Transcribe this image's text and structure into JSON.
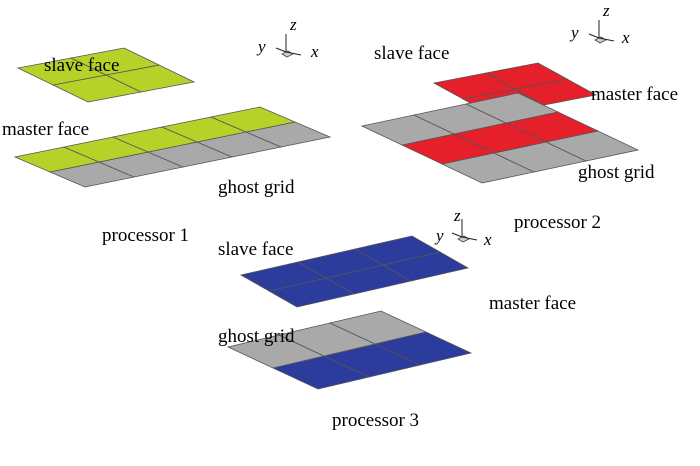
{
  "colors": {
    "green": "#b6d229",
    "red": "#e5202a",
    "blue": "#2c3c9c",
    "gray": "#a9a9a9",
    "line": "#555555"
  },
  "axes_labels": {
    "x": "x",
    "y": "y",
    "z": "z"
  },
  "panels": [
    {
      "id": "processor-1",
      "title": "processor 1",
      "labels": {
        "slave": "slave face",
        "master": "master face",
        "ghost": "ghost grid"
      },
      "slave_color": "green",
      "master_color": "green"
    },
    {
      "id": "processor-2",
      "title": "processor 2",
      "labels": {
        "slave": "slave face",
        "master": "master face",
        "ghost": "ghost grid"
      },
      "slave_color": "red",
      "master_color": "red"
    },
    {
      "id": "processor-3",
      "title": "processor 3",
      "labels": {
        "slave": "slave face",
        "master": "master face",
        "ghost": "ghost grid"
      },
      "slave_color": "blue",
      "master_color": "blue"
    }
  ]
}
